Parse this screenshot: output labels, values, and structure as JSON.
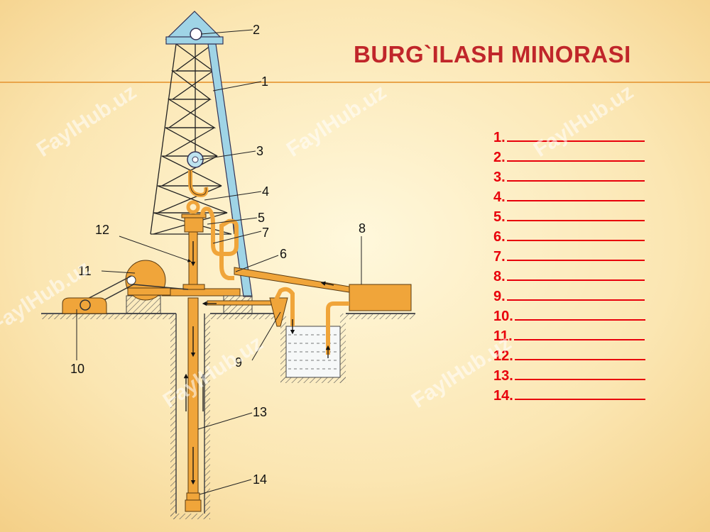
{
  "title": "BURG`ILASH MINORASI",
  "watermark": "FaylHub.uz",
  "colors": {
    "title": "#c0262a",
    "answers": "#e8000b",
    "equipment": "#f0a53a",
    "outline": "#3a3a3a",
    "background": "#fcecc0"
  },
  "answer_lines": [
    "1.",
    "2.",
    "3.",
    "4.",
    "5.",
    "6.",
    "7.",
    "8.",
    "9.",
    "10.",
    "11.",
    "12.",
    "13.",
    "14."
  ],
  "part_labels": [
    "1",
    "2",
    "3",
    "4",
    "5",
    "6",
    "7",
    "8",
    "9",
    "10",
    "11",
    "12",
    "13",
    "14"
  ]
}
